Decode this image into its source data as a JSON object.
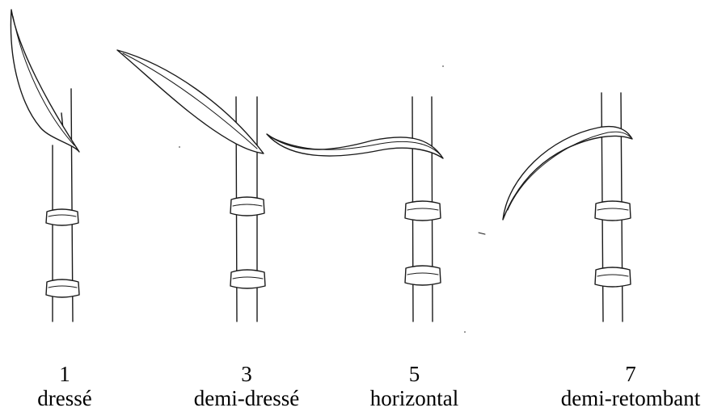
{
  "panels": [
    {
      "number": "1",
      "label": "dressé"
    },
    {
      "number": "3",
      "label": "demi-dressé"
    },
    {
      "number": "5",
      "label": "horizontal"
    },
    {
      "number": "7",
      "label": "demi-retombant"
    }
  ]
}
